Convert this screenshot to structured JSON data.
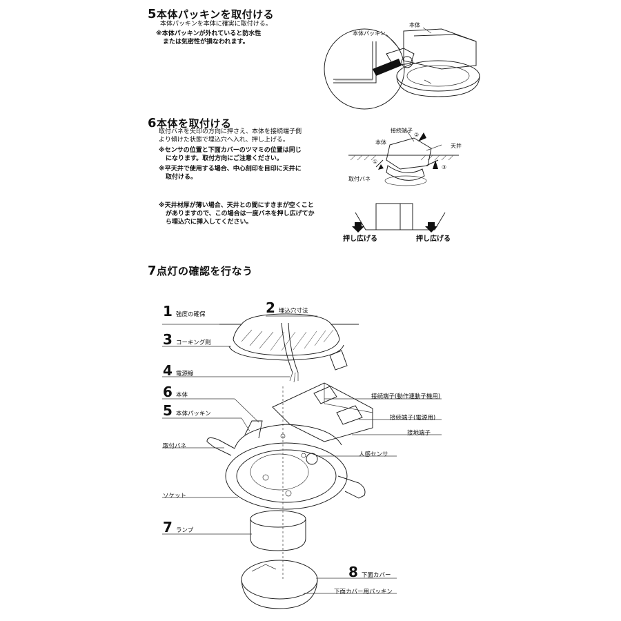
{
  "step5": {
    "num": "5",
    "title": "本体パッキンを取付ける",
    "desc": "本体パッキンを本体に確実に取付ける。",
    "note1": "※本体パッキンが外れていると防水性",
    "note2": "または気密性が損なわれます。",
    "label_body": "本体",
    "label_packing": "本体パッキン"
  },
  "step6": {
    "num": "6",
    "title": "本体を取付ける",
    "desc1": "取付バネを矢印の方向に押さえ、本体を接続端子側",
    "desc2": "より傾けた状態で埋込穴へ入れ、押し上げる。",
    "note1a": "※センサの位置と下面カバーのツマミの位置は同じ",
    "note1b": "になります。取付方向にご注意ください。",
    "note2a": "※平天井で使用する場合、中心刻印を目印に天井に",
    "note2b": "取付ける。",
    "note3a": "※天井材厚が薄い場合、天井との間にすきまが空くこと",
    "note3b": "がありますので、この場合は一度バネを押し広げてか",
    "note3c": "ら埋込穴に挿入してください。",
    "label_terminal": "接続端子",
    "label_body": "本体",
    "label_ceiling": "天井",
    "label_spring": "取付バネ",
    "mark1": "①",
    "mark2": "②",
    "mark3": "③",
    "push_left": "押し広げる",
    "push_right": "押し広げる"
  },
  "step7": {
    "num": "7",
    "title": "点灯の確認を行なう"
  },
  "parts": [
    {
      "num": "1",
      "name": "強度の確保"
    },
    {
      "num": "2",
      "name": "埋込穴寸法"
    },
    {
      "num": "3",
      "name": "コーキング剤"
    },
    {
      "num": "4",
      "name": "電源線"
    },
    {
      "num": "6",
      "name": "本体"
    },
    {
      "num": "5",
      "name": "本体パッキン"
    },
    {
      "num": "7",
      "name": "ランプ"
    },
    {
      "num": "8",
      "name": "下面カバー"
    }
  ],
  "labels": {
    "spring": "取付バネ",
    "socket": "ソケット",
    "terminal_link": "接続端子(動作連動子機用)",
    "terminal_power": "接続端子(電源用)",
    "ground": "接地端子",
    "sensor": "人感センサ",
    "cover_packing": "下面カバー用パッキン"
  }
}
